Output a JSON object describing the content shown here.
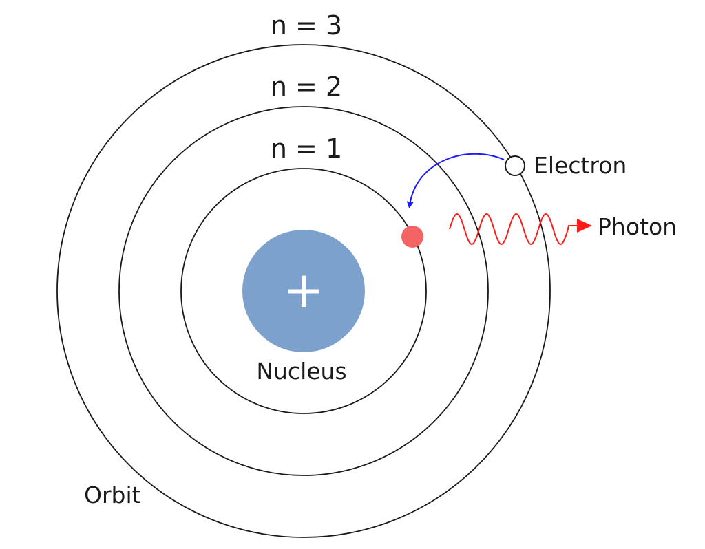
{
  "labels": {
    "n3": "n = 3",
    "n2": "n = 2",
    "n1": "n = 1",
    "electron": "Electron",
    "photon": "Photon",
    "nucleus": "Nucleus",
    "orbit": "Orbit",
    "nucleus_sign": "+"
  },
  "colors": {
    "nucleus": "#7ba1cc",
    "excited_electron_fill": "#ffffff",
    "ground_electron": "#f56464",
    "transition_arrow": "#1a1aff",
    "photon": "#ff1a1a",
    "orbit_line": "#1a1a1a"
  },
  "icons": {
    "transition": "curved-arrow-icon",
    "photon": "wave-arrow-icon"
  }
}
